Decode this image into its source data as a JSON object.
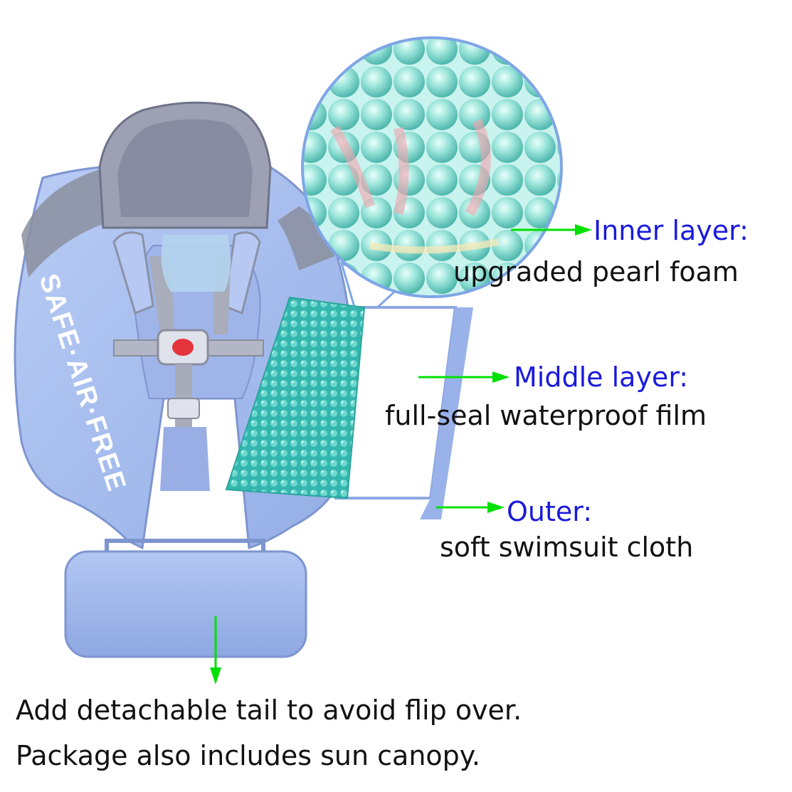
{
  "product": {
    "print_text": "SAFE·AIR·FREE"
  },
  "layers": {
    "inner": {
      "title": "Inner layer:",
      "desc": "upgraded pearl foam"
    },
    "middle": {
      "title": "Middle layer:",
      "desc": "full-seal waterproof film"
    },
    "outer": {
      "title": "Outer:",
      "desc": "soft swimsuit cloth"
    }
  },
  "footer": {
    "line1": "Add detachable tail to avoid flip over.",
    "line2": "Package also includes sun canopy."
  },
  "colors": {
    "heading_blue": "#1a1adb",
    "arrow_green": "#00e000",
    "float_blue": "#a9bff0",
    "headrest_gray": "#8d8f9e",
    "foam_teal": "#8fe0d8",
    "strap_gray": "#b5b8c4"
  }
}
